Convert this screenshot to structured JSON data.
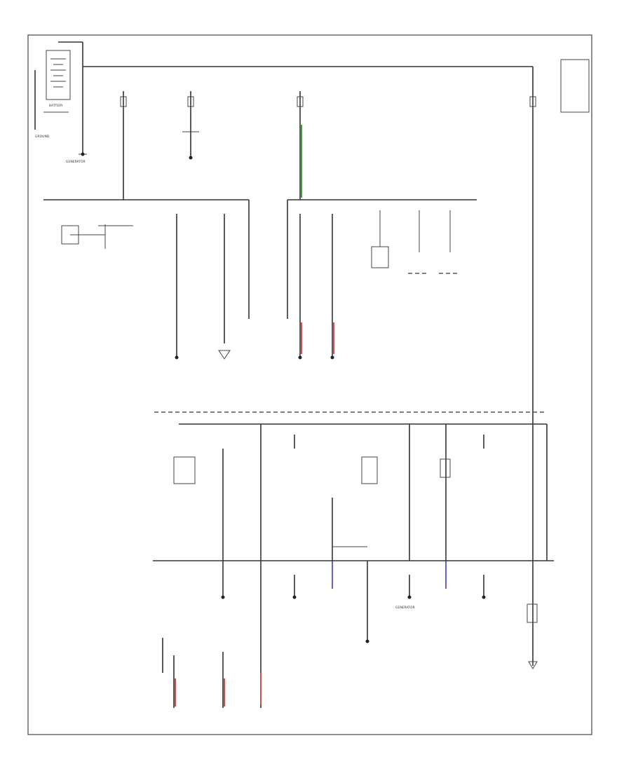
{
  "diagram": {
    "battery_label": "BATTERY",
    "ground_label": "GROUND",
    "generator_top": "GENERATOR",
    "generator_bottom": "GENERATOR",
    "colors": {
      "wire": "#333333",
      "green_wire": "#3aa03a",
      "red_wire": "#e04848",
      "blue_wire": "#6060e0"
    },
    "icons": [
      "battery-icon",
      "fuse-icon",
      "relay-icon",
      "ground-icon",
      "connector-icon"
    ]
  }
}
